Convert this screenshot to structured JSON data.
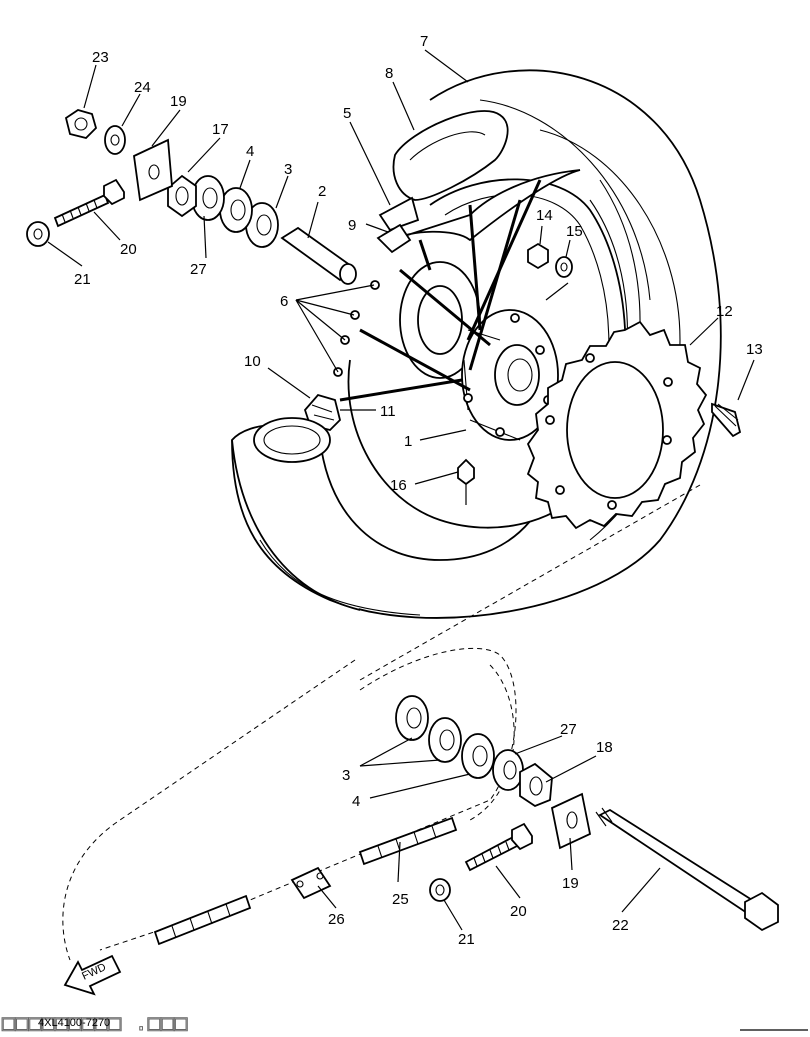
{
  "diagram": {
    "part_code": "4XL4100-7270",
    "fwd_label": "FWD",
    "watermark": "□□□□□□□□□ .□□□"
  },
  "callouts": {
    "p1": "1",
    "p2": "2",
    "p3a": "3",
    "p3b": "3",
    "p4a": "4",
    "p4b": "4",
    "p5": "5",
    "p6": "6",
    "p7": "7",
    "p8": "8",
    "p9": "9",
    "p10": "10",
    "p11": "11",
    "p12": "12",
    "p13": "13",
    "p14": "14",
    "p15": "15",
    "p16": "16",
    "p17": "17",
    "p18": "18",
    "p19a": "19",
    "p19b": "19",
    "p20a": "20",
    "p20b": "20",
    "p21a": "21",
    "p21b": "21",
    "p22": "22",
    "p23": "23",
    "p24": "24",
    "p25": "25",
    "p26": "26",
    "p27a": "27",
    "p27b": "27"
  }
}
